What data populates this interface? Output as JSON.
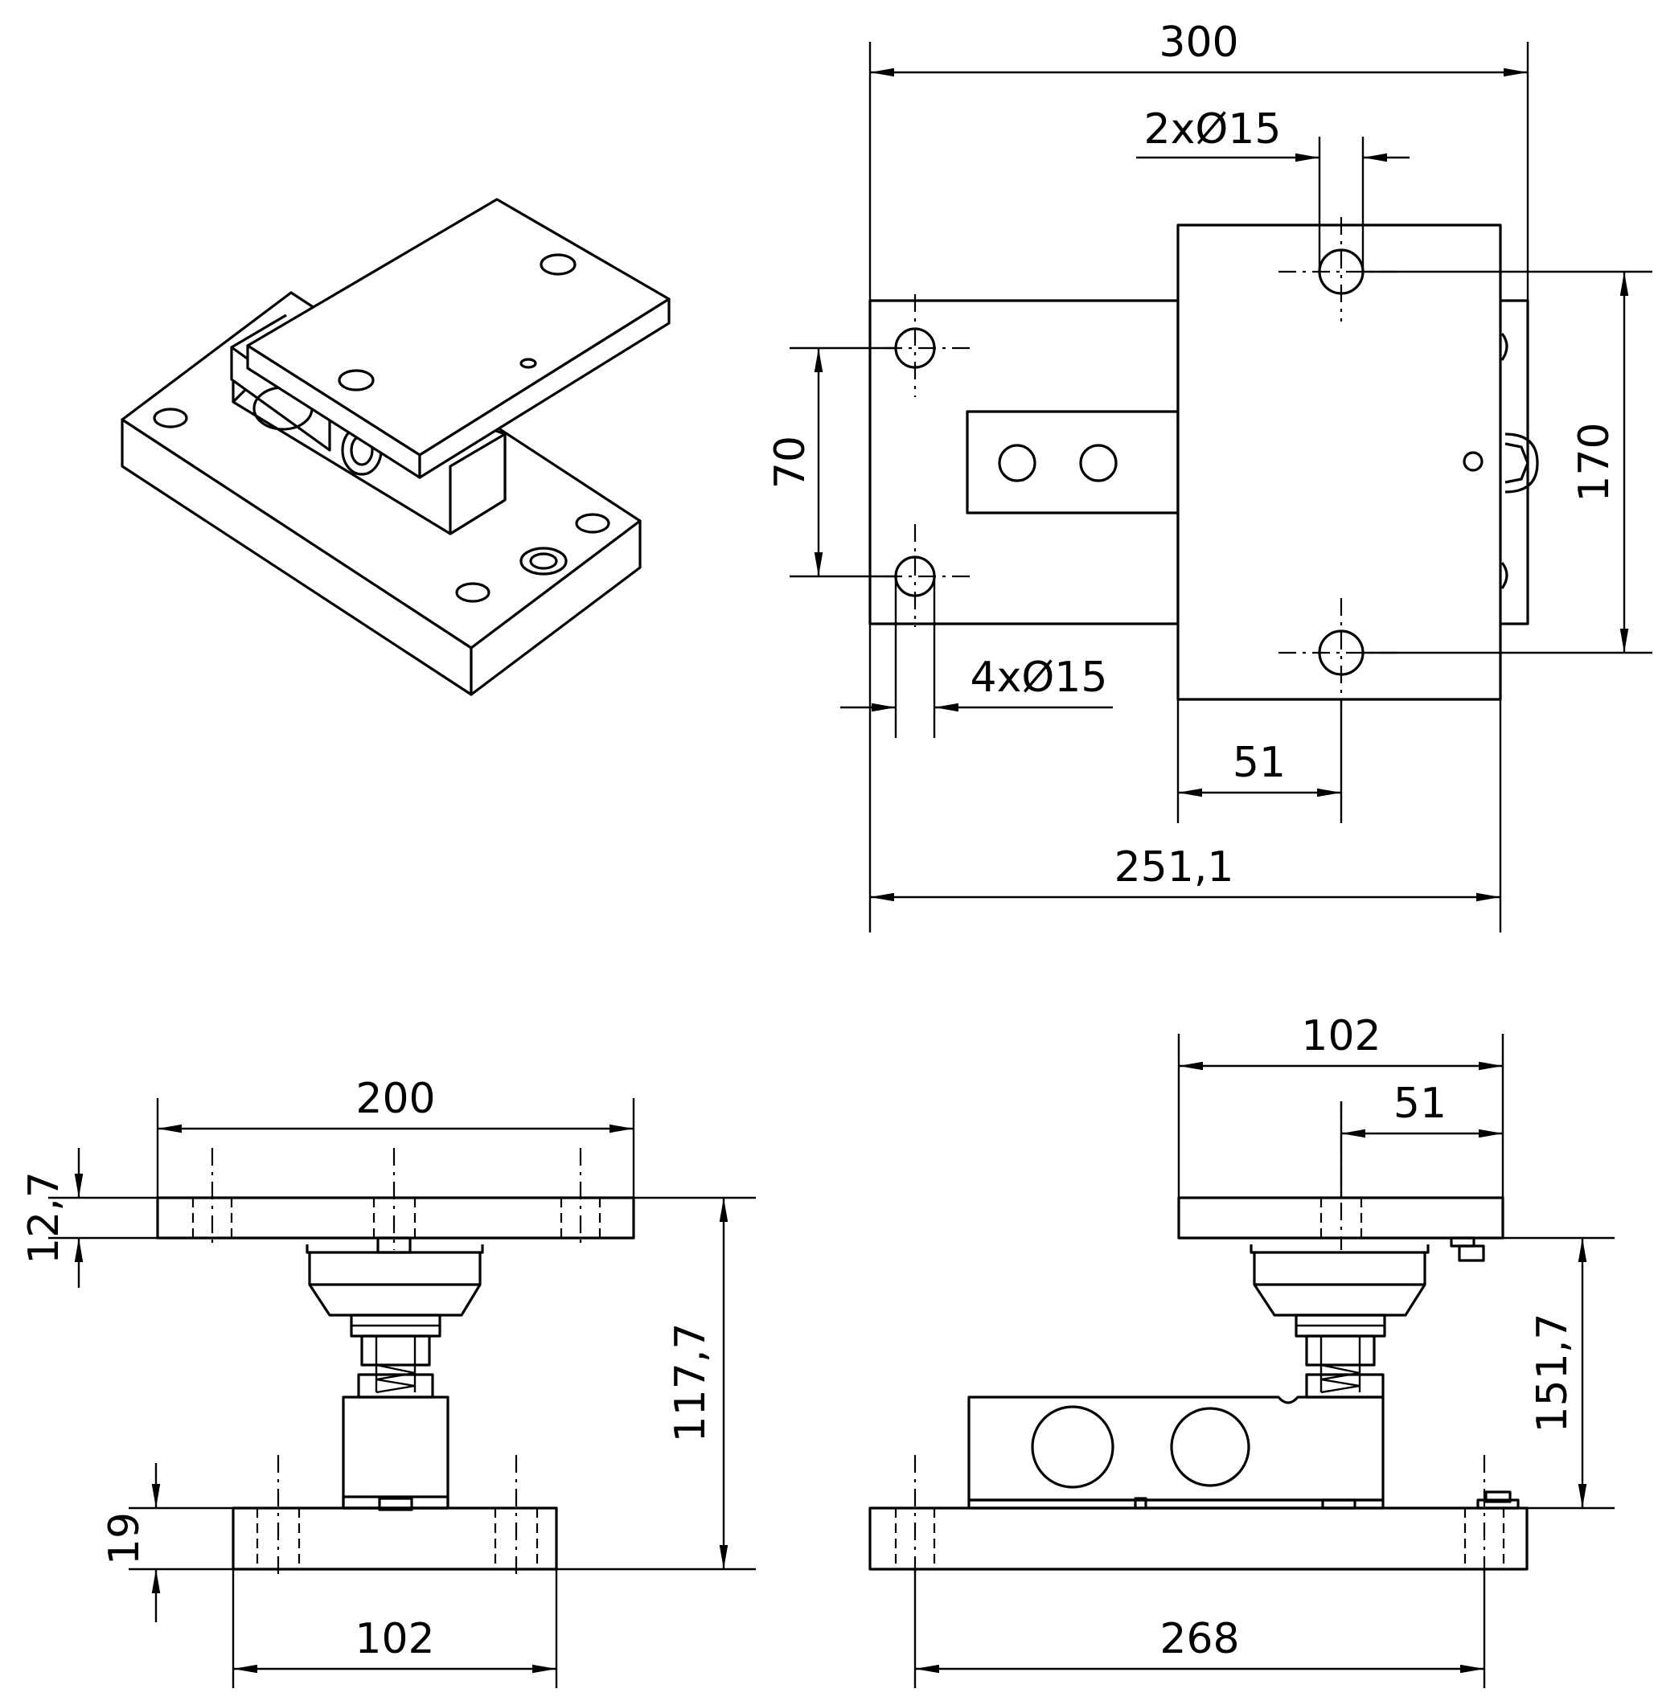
{
  "drawing": {
    "top_view": {
      "overall_width": "300",
      "top_holes": "2xØ15",
      "height_right": "170",
      "hole_spacing_left": "70",
      "bottom_holes": "4xØ15",
      "offset_51": "51",
      "base_length": "251,1"
    },
    "front_view": {
      "top_plate_width": "200",
      "top_plate_thickness": "12,7",
      "overall_height": "117,7",
      "bottom_plate_thickness": "19",
      "bottom_plate_width": "102"
    },
    "side_view": {
      "top_plate_width": "102",
      "half_width": "51",
      "height": "151,7",
      "bottom_length": "268"
    }
  }
}
